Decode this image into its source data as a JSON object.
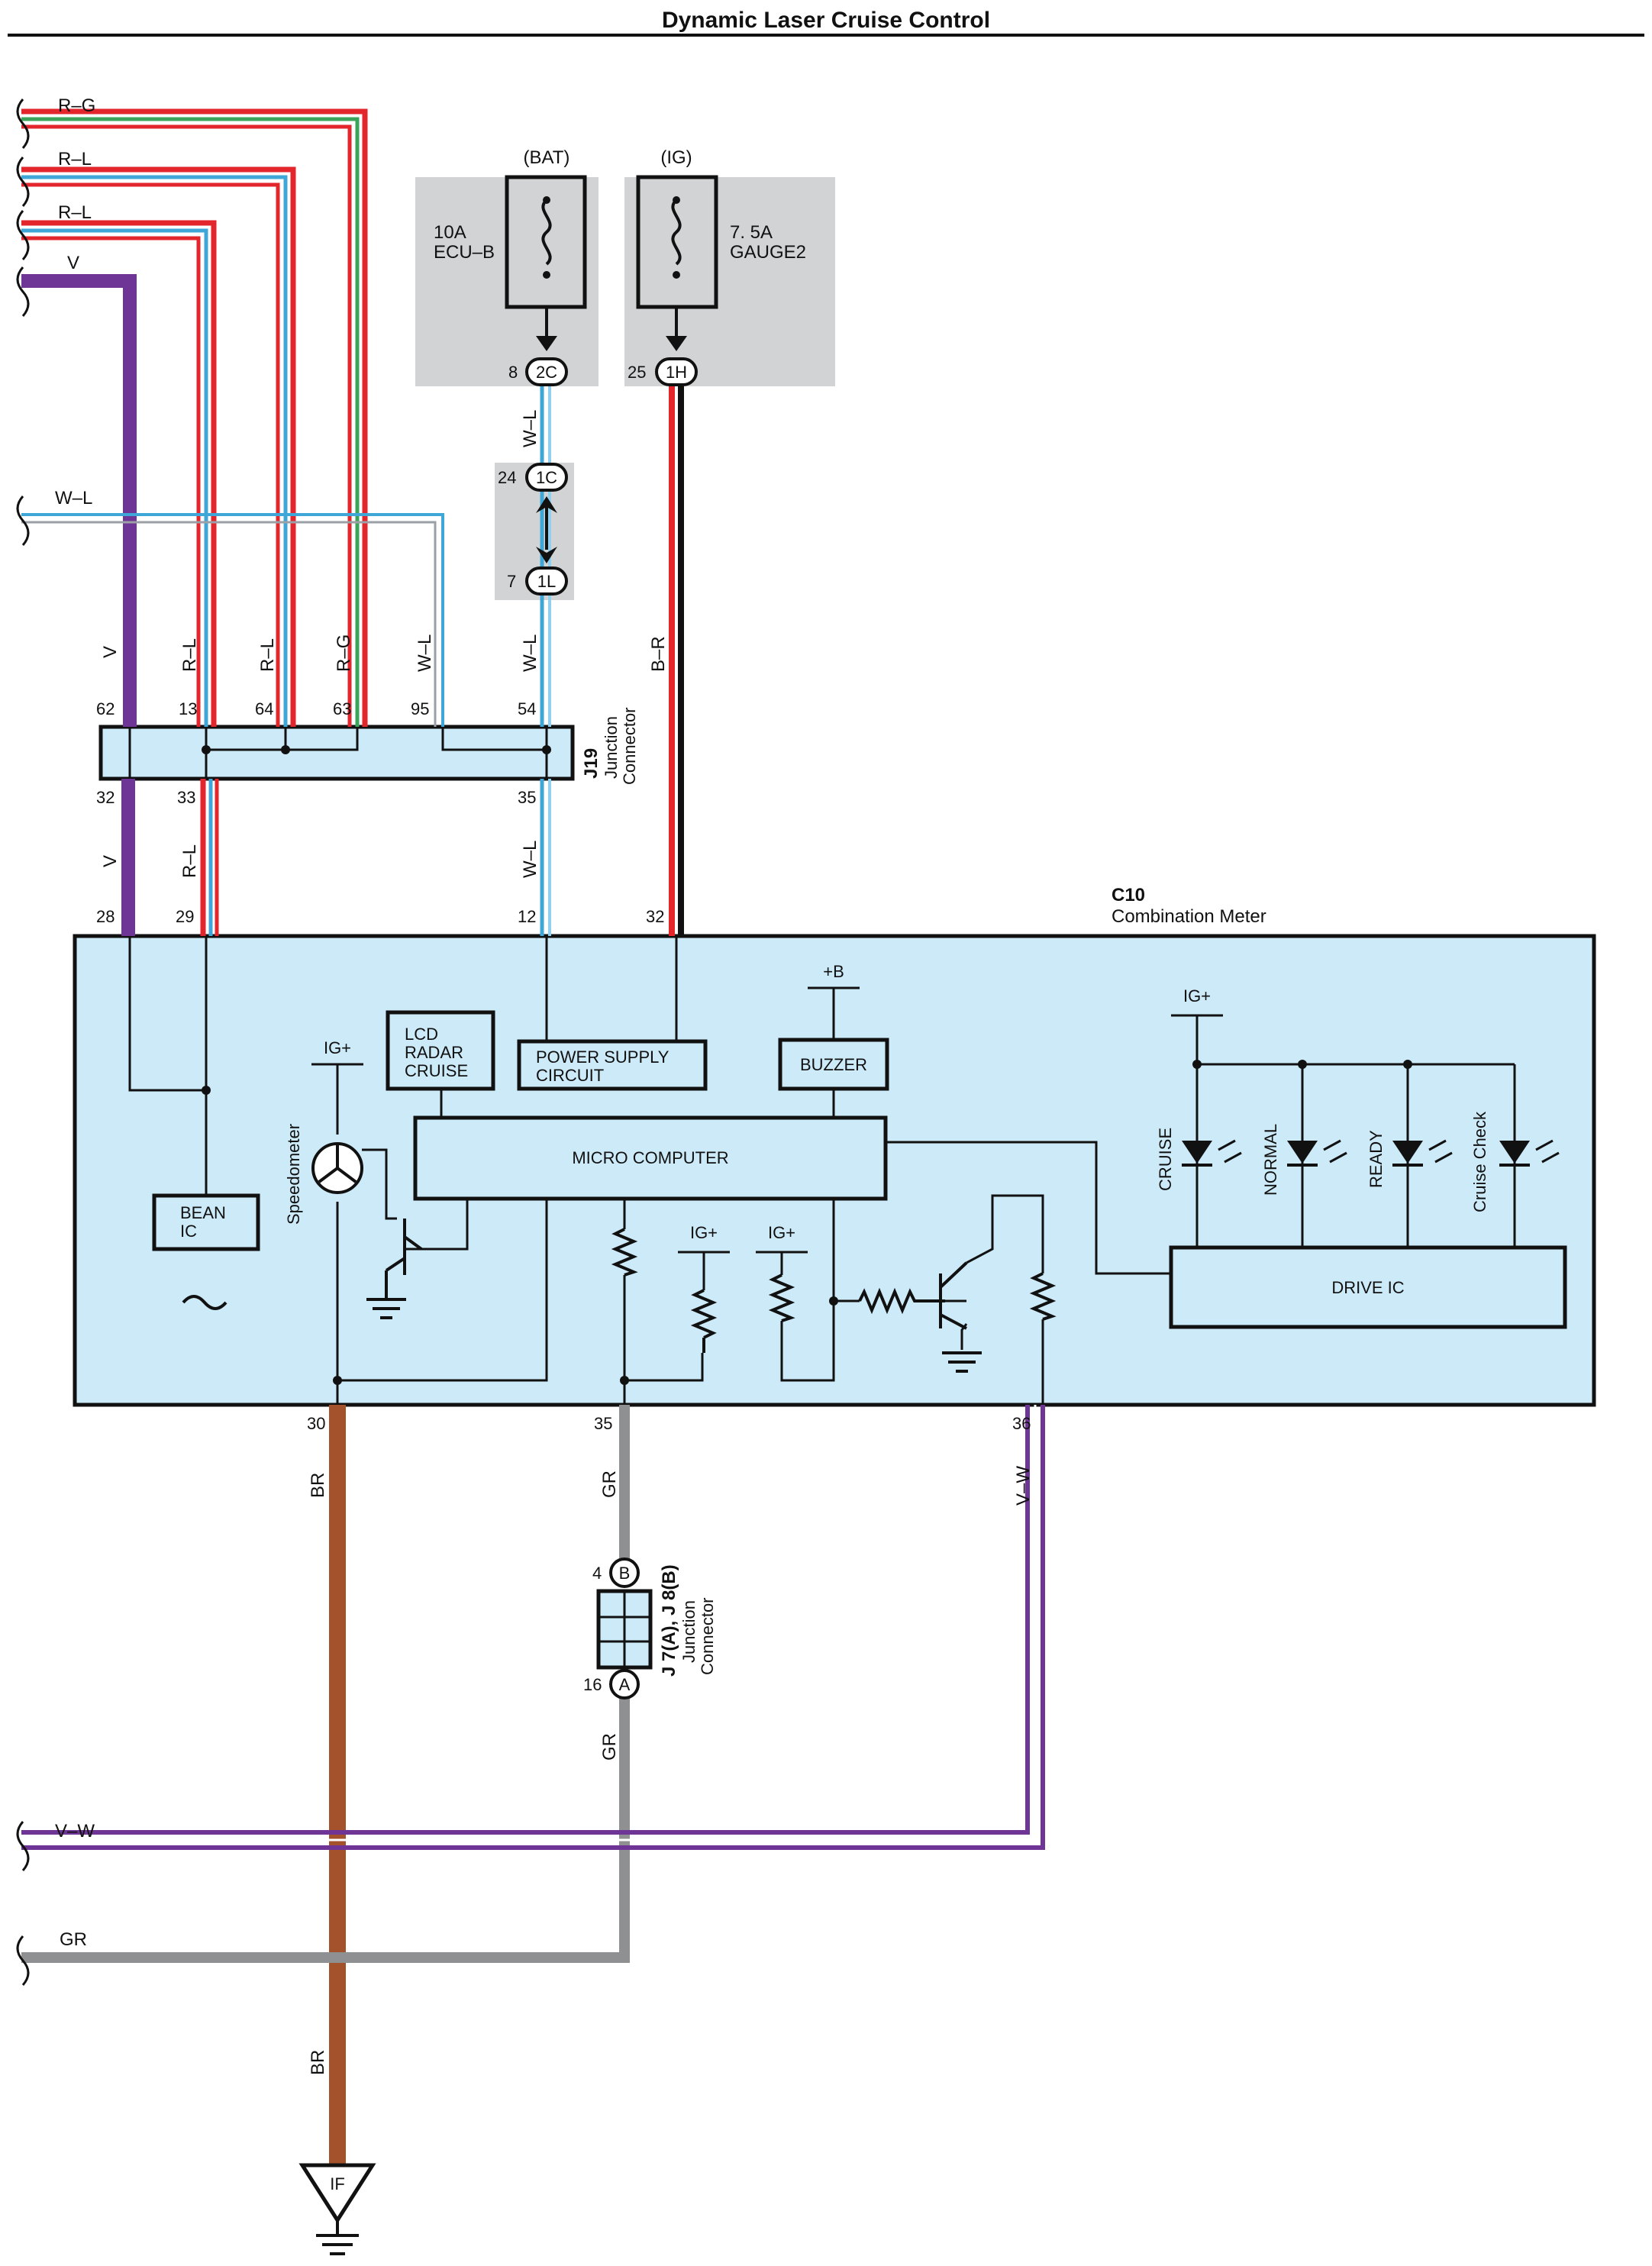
{
  "title": "Dynamic Laser Cruise Control",
  "colors": {
    "red": "#e2262b",
    "blue": "#3fa7d8",
    "green": "#3aa55a",
    "violet": "#6e3596",
    "brown": "#a4522c",
    "gray": "#8e9092",
    "meter_fill": "#cdeaf8",
    "fuse_box": "#d2d3d5",
    "black": "#111111"
  },
  "wires": {
    "rg": "R–G",
    "rl": "R–L",
    "v": "V",
    "wl": "W–L",
    "br_gauge": "B–R",
    "br": "BR",
    "gr": "GR",
    "vw": "V–W"
  },
  "fuses": {
    "bat": {
      "supply": "(BAT)",
      "rating": "10A",
      "name": "ECU–B",
      "pin": "8",
      "conn": "2C"
    },
    "ig": {
      "supply": "(IG)",
      "rating": "7. 5A",
      "name": "GAUGE2",
      "pin": "25",
      "conn": "1H"
    }
  },
  "inline_connector": {
    "top_pin": "24",
    "top_conn": "1C",
    "bottom_pin": "7",
    "bottom_conn": "1L"
  },
  "j19": {
    "code": "J19",
    "line1": "Junction",
    "line2": "Connector",
    "top_pins": [
      "62",
      "13",
      "64",
      "63",
      "95",
      "54"
    ],
    "bottom_pins": [
      "32",
      "33",
      "35"
    ]
  },
  "meter": {
    "code": "C10",
    "name": "Combination Meter",
    "top_pins": [
      "28",
      "29",
      "12",
      "32"
    ],
    "bottom_pins": [
      "30",
      "35",
      "36"
    ],
    "lcd": [
      "LCD",
      "RADAR",
      "CRUISE"
    ],
    "power": [
      "POWER SUPPLY",
      "CIRCUIT"
    ],
    "buzzer": "BUZZER",
    "plus_b": "+B",
    "micro": "MICRO COMPUTER",
    "bean": [
      "BEAN",
      "IC"
    ],
    "speedometer": "Speedometer",
    "drive": "DRIVE IC",
    "igp": "IG+",
    "indicators": [
      "CRUISE",
      "NORMAL",
      "READY",
      "Cruise Check"
    ]
  },
  "j7": {
    "code": "J 7(A), J 8(B)",
    "line1": "Junction",
    "line2": "Connector",
    "pin_b": "4",
    "conn_b": "B",
    "pin_a": "16",
    "conn_a": "A"
  },
  "ground": {
    "code": "IF"
  }
}
